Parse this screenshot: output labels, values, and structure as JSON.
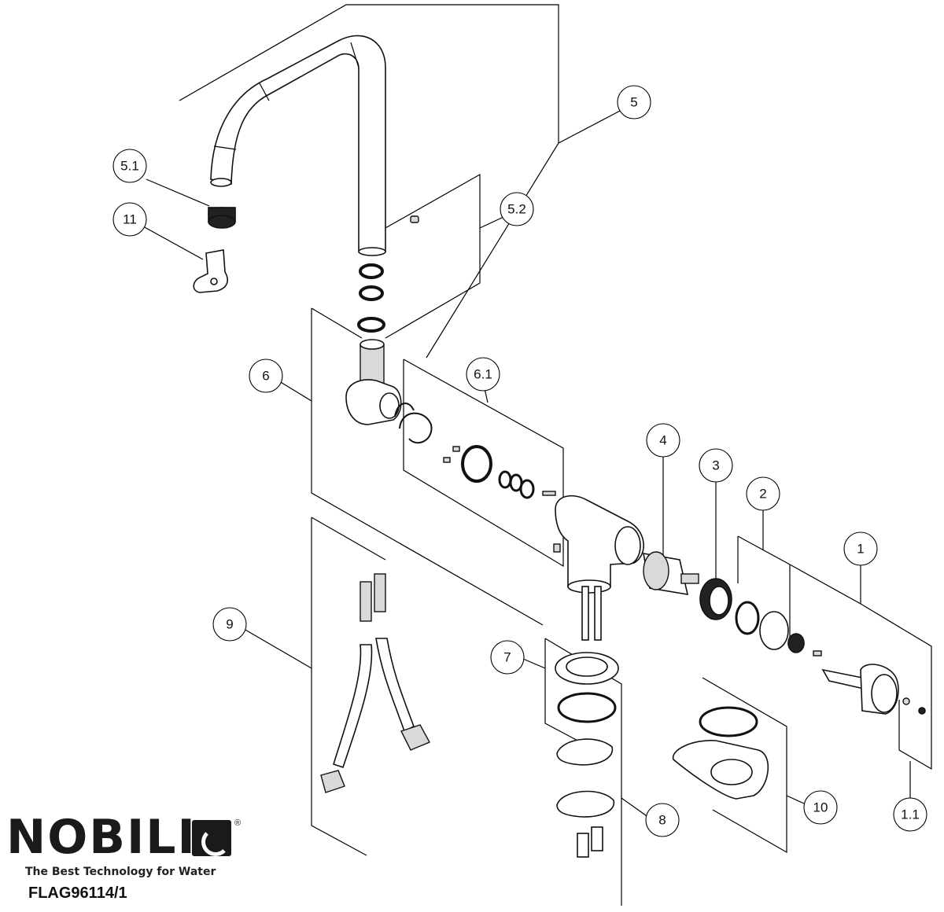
{
  "callouts": {
    "c5": "5",
    "c5_1": "5.1",
    "c11": "11",
    "c5_2": "5.2",
    "c6": "6",
    "c6_1": "6.1",
    "c4": "4",
    "c3": "3",
    "c2": "2",
    "c1": "1",
    "c9": "9",
    "c7": "7",
    "c8": "8",
    "c10": "10",
    "c1_1": "1.1"
  },
  "brand": {
    "name": "NOBILI",
    "registered": "®",
    "tagline": "The Best Technology for Water",
    "code": "FLAG96114/1"
  }
}
